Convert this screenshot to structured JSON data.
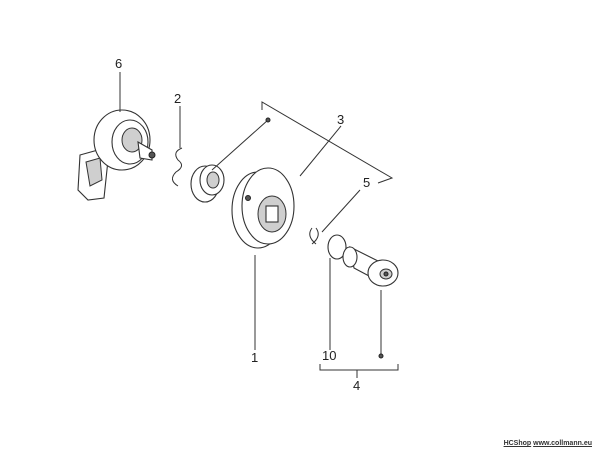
{
  "callouts": {
    "c1": "1",
    "c2": "2",
    "c3": "3",
    "c4": "4",
    "c5": "5",
    "c6": "6",
    "c10": "10"
  },
  "footer": {
    "brand": "HCShop",
    "site": "www.collmann.eu"
  }
}
